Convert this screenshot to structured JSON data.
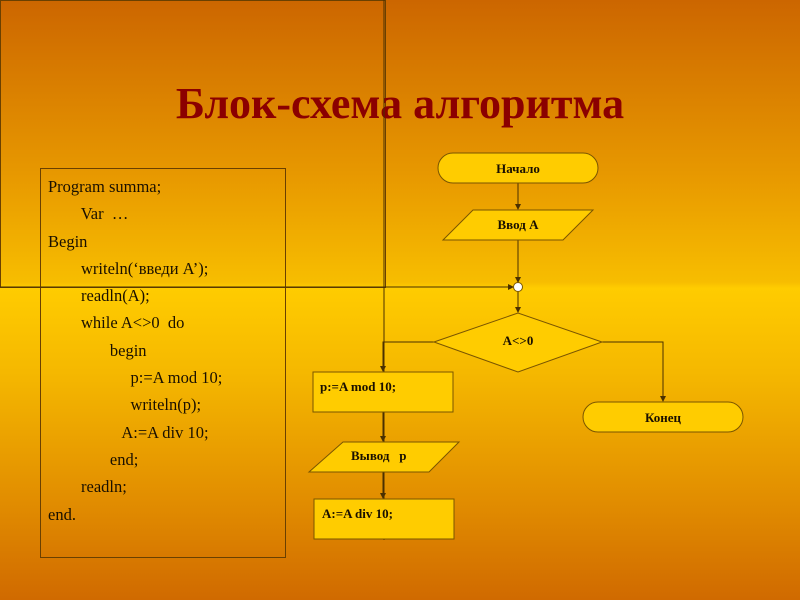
{
  "title": "Блок-схема алгоритма",
  "code": [
    "Program summa;",
    "        Var  …",
    "Begin",
    "        writeln(‘введи A’);",
    "        readln(A);",
    "        while A<>0  do",
    "               begin",
    "                    p:=A mod 10;",
    "                    writeln(p);",
    "                  A:=A div 10;",
    "               end;",
    "        readln;",
    "end."
  ],
  "flowchart": {
    "start": "Начало",
    "input": "Ввод A",
    "condition": "A<>0",
    "step1": "p:=A mod 10;",
    "output": "Вывод   p",
    "step2": "A:=A div 10;",
    "end": "Конец"
  }
}
